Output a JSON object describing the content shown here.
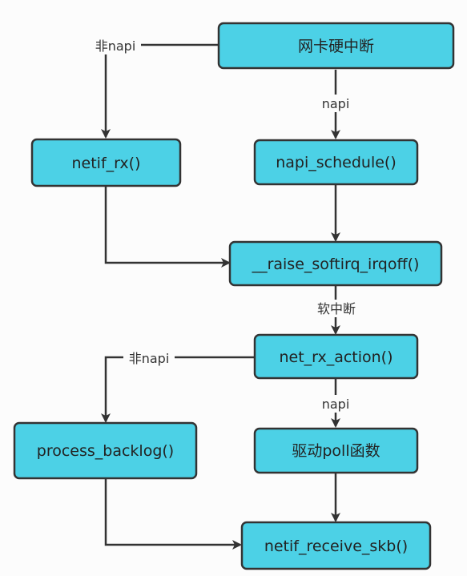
{
  "colors": {
    "node_fill": "#4cd1e6",
    "node_stroke": "#333333",
    "edge": "#333333",
    "background": "#fcfcfc"
  },
  "nodes": {
    "nic_hardirq": "网卡硬中断",
    "netif_rx": "netif_rx()",
    "napi_schedule": "napi_schedule()",
    "raise_softirq": "__raise_softirq_irqoff()",
    "net_rx_action": "net_rx_action()",
    "process_backlog": "process_backlog()",
    "poll_func": "驱动poll函数",
    "netif_receive_skb": "netif_receive_skb()"
  },
  "edges": {
    "hardirq_to_netif_rx": "非napi",
    "hardirq_to_napi_schedule": "napi",
    "raise_to_net_rx_action": "软中断",
    "net_rx_to_backlog": "非napi",
    "net_rx_to_poll": "napi"
  }
}
